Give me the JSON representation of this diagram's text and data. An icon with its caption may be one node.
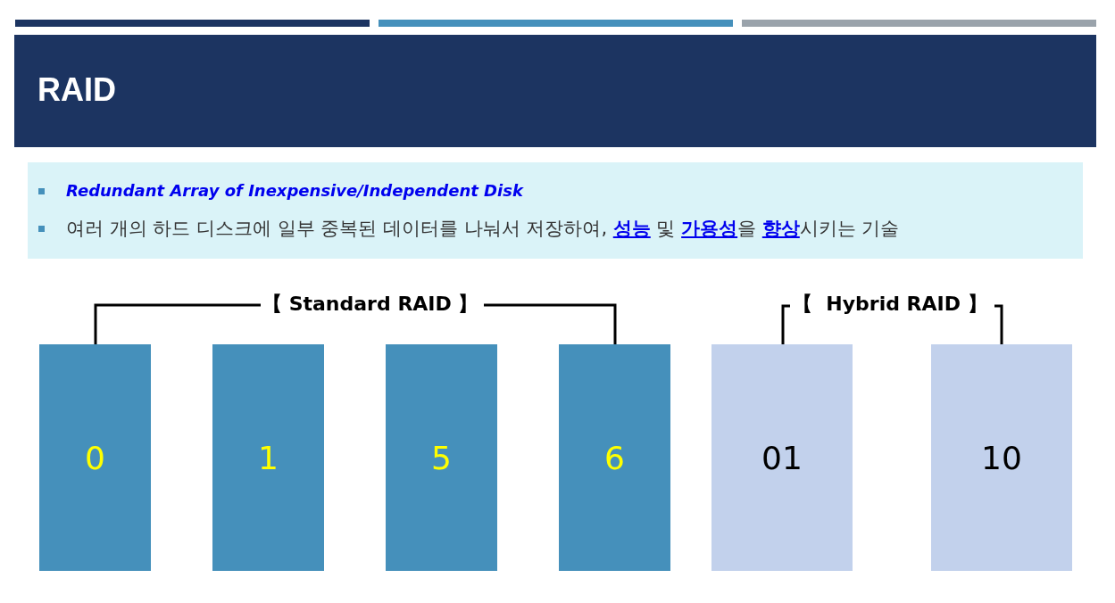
{
  "diagram": {
    "title": "RAID",
    "nodes": [
      {
        "text": [
          "0"
        ]
      },
      {
        "text": [
          "1"
        ]
      },
      {
        "text": [
          "5"
        ]
      },
      {
        "text": [
          "6"
        ]
      },
      {
        "text": [
          "01"
        ]
      },
      {
        "text": [
          "10"
        ]
      }
    ],
    "edges": [],
    "labels": [
      "Redundant Array of Inexpensive/Independent Disk",
      "여러 개의 하드 디스크에 일부 중복된 데이터를 나눠서 저장하여, **성능** 및 **가용성**을 **향상**시키는 기술",
      "【 Standard RAID 】",
      "【  Hybrid RAID 】"
    ]
  }
}
